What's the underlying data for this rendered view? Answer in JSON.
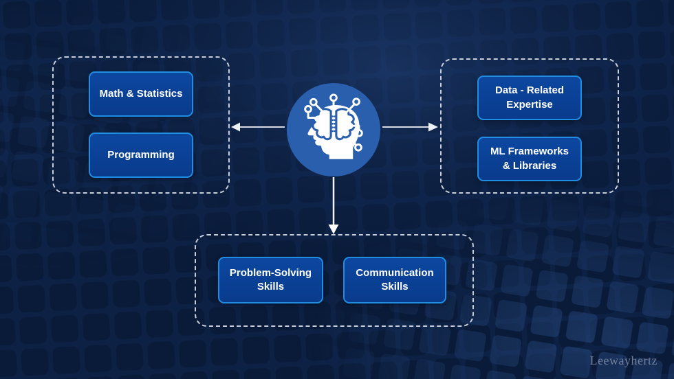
{
  "diagram": {
    "groups": {
      "left": {
        "items": [
          "Math & Statistics",
          "Programming"
        ]
      },
      "right": {
        "items": [
          "Data - Related\nExpertise",
          "ML Frameworks\n& Libraries"
        ]
      },
      "bottom": {
        "items": [
          "Problem-Solving\nSkills",
          "Communication\nSkills"
        ]
      }
    },
    "center": {
      "icon": "ai-head-circuit-icon"
    },
    "watermark": "Leewayhertz",
    "colors": {
      "background": "#0d2145",
      "tile": "#0a1b39",
      "box_fill": "#0a3f94",
      "box_border": "#1f8de4",
      "box_text": "#ffffff",
      "group_border": "#c8cfdb",
      "arrow": "#e8ecf2",
      "center_circle": "#2a5fad",
      "watermark_color": "#7e89a1"
    }
  }
}
